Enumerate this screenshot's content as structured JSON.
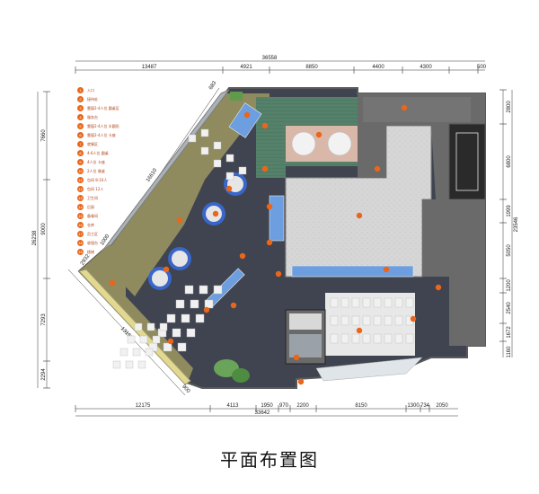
{
  "caption": "平面布置图",
  "dimensions": {
    "top_total": "36558",
    "top_segments": [
      "13487",
      "4921",
      "8850",
      "4400",
      "4300",
      "500"
    ],
    "bottom_total": "33642",
    "bottom_segments": [
      "12175",
      "4113",
      "1950",
      "970",
      "2200",
      "8150",
      "1300",
      "734",
      "2050"
    ],
    "left_total": "26238",
    "left_segments": [
      "7660",
      "9000",
      "7293",
      "2294"
    ],
    "right_total": "23546",
    "right_segments": [
      "2800",
      "6800",
      "1999",
      "5050",
      "1200",
      "2540",
      "1672",
      "1160"
    ],
    "diagonal": [
      "16610",
      "13156",
      "900",
      "2932",
      "683",
      "1000"
    ],
    "inner": [
      "1200",
      "1200"
    ]
  },
  "legend": [
    {
      "num": "1",
      "text": "入口"
    },
    {
      "num": "2",
      "text": "接待处"
    },
    {
      "num": "3",
      "text": "靠窗2-4人位 圆桌区"
    },
    {
      "num": "4",
      "text": "服务台"
    },
    {
      "num": "5",
      "text": "靠窗2-4人位 半圆形"
    },
    {
      "num": "6",
      "text": "靠窗2-4人位 卡座"
    },
    {
      "num": "7",
      "text": "就餐区"
    },
    {
      "num": "8",
      "text": "4-6人位 圆桌"
    },
    {
      "num": "9",
      "text": "4人位 卡座"
    },
    {
      "num": "10",
      "text": "2人位 餐桌"
    },
    {
      "num": "11",
      "text": "包间 8-10人"
    },
    {
      "num": "12",
      "text": "包间 12人"
    },
    {
      "num": "13",
      "text": "卫生间"
    },
    {
      "num": "14",
      "text": "后厨"
    },
    {
      "num": "15",
      "text": "备餐间"
    },
    {
      "num": "16",
      "text": "仓库"
    },
    {
      "num": "17",
      "text": "员工区"
    },
    {
      "num": "18",
      "text": "收银台"
    },
    {
      "num": "19",
      "text": "楼梯"
    }
  ],
  "markers": [
    "1",
    "2",
    "3",
    "4",
    "5",
    "6",
    "7",
    "8",
    "9",
    "10",
    "11",
    "12",
    "13",
    "14",
    "15",
    "16",
    "17",
    "18",
    "19",
    "20",
    "21",
    "22",
    "23",
    "24",
    "25"
  ],
  "colors": {
    "accent": "#e9661b",
    "floor_dark": "#3f4450",
    "kitchen": "#c4c4c4",
    "wall": "#6a6a6a",
    "olive": "#8f8b5e",
    "green_floor": "#4e7a5a",
    "booth_blue": "#6d9ee0"
  }
}
